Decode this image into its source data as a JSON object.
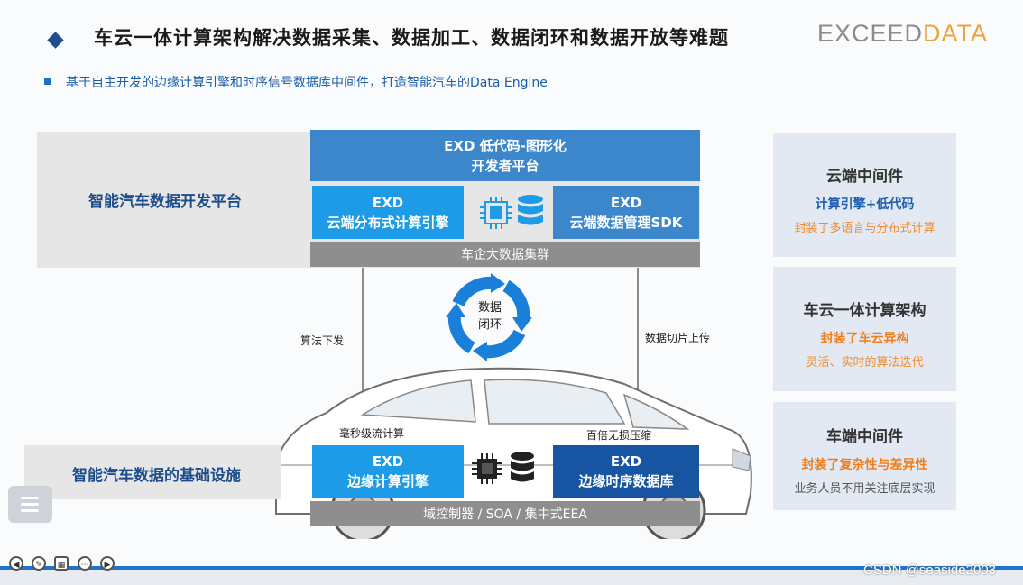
{
  "header": {
    "title": "车云一体计算架构解决数据采集、数据加工、数据闭环和数据开放等难题",
    "logo_main": "EXCEED",
    "logo_accent": "DATA",
    "subtitle": "基于自主开发的边缘计算引擎和时序信号数据库中间件，打造智能汽车的Data Engine"
  },
  "platform": {
    "label": "智能汽车数据开发平台",
    "lowcode_line1": "EXD 低代码-图形化",
    "lowcode_line2": "开发者平台",
    "cloud_engine_line1": "EXD",
    "cloud_engine_line2": "云端分布式计算引擎",
    "cloud_sdk_line1": "EXD",
    "cloud_sdk_line2": "云端数据管理SDK",
    "cluster": "车企大数据集群"
  },
  "loop": {
    "line1": "数据",
    "line2": "闭环",
    "left_label": "算法下发",
    "right_label": "数据切片上传"
  },
  "infra": {
    "label": "智能汽车数据的基础设施",
    "ms_label": "毫秒级流计算",
    "compress_label": "百倍无损压缩",
    "edge_engine_line1": "EXD",
    "edge_engine_line2": "边缘计算引擎",
    "edge_db_line1": "EXD",
    "edge_db_line2": "边缘时序数据库",
    "bottom_bar": "域控制器 / SOA / 集中式EEA"
  },
  "right_panels": [
    {
      "title": "云端中间件",
      "line2": "计算引擎+低代码",
      "line3": "封装了多语言与分布式计算"
    },
    {
      "title": "车云一体计算架构",
      "line2": "封装了车云异构",
      "line3": "灵活、实时的算法迭代"
    },
    {
      "title": "车端中间件",
      "line2": "封装了复杂性与差异性",
      "line3": "业务人员不用关注底层实现"
    }
  ],
  "footer": {
    "watermark": "CSDN @seaside2003"
  },
  "colors": {
    "brand_blue": "#1f4e8c",
    "accent_orange": "#f0a23a",
    "box_blue": "#3c86cc",
    "box_bright_blue": "#1d9be6",
    "box_dark_blue": "#1755a3"
  },
  "icons": [
    "chip-icon",
    "database-icon",
    "cycle-arrows-icon",
    "menu-icon"
  ]
}
